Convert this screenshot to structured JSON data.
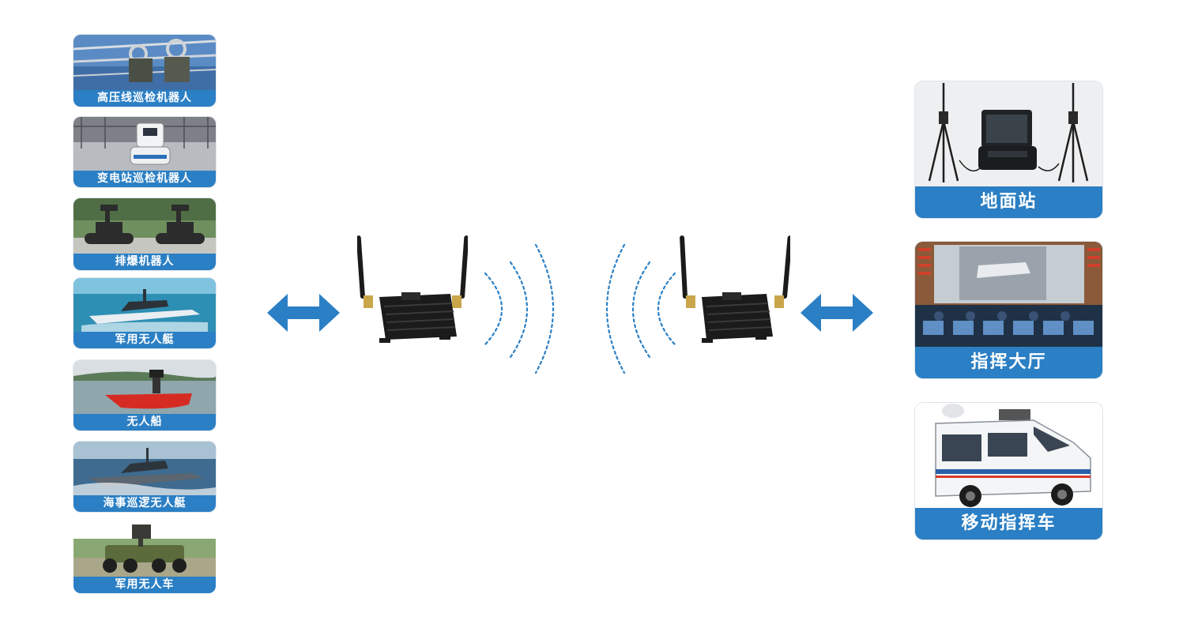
{
  "left_devices": [
    {
      "label": "高压线巡检机器人",
      "icon": "power-line-robot-icon"
    },
    {
      "label": "变电站巡检机器人",
      "icon": "substation-robot-icon"
    },
    {
      "label": "排爆机器人",
      "icon": "bomb-disposal-robot-icon"
    },
    {
      "label": "军用无人艇",
      "icon": "military-usv-icon"
    },
    {
      "label": "无人船",
      "icon": "unmanned-boat-icon"
    },
    {
      "label": "海事巡逻无人艇",
      "icon": "patrol-usv-icon"
    },
    {
      "label": "军用无人车",
      "icon": "military-ugv-icon"
    }
  ],
  "right_stations": [
    {
      "label": "地面站",
      "icon": "ground-station-icon"
    },
    {
      "label": "指挥大厅",
      "icon": "command-hall-icon"
    },
    {
      "label": "移动指挥车",
      "icon": "mobile-command-vehicle-icon"
    }
  ],
  "links": {
    "left_arrow": "double-arrow-icon",
    "right_arrow": "double-arrow-icon",
    "left_radio": "radio-transceiver-icon",
    "right_radio": "radio-transceiver-icon",
    "left_waves": "signal-waves-icon",
    "right_waves": "signal-waves-icon"
  },
  "colors": {
    "accent": "#2b7fc4",
    "device_body": "#1b1b1b",
    "wave": "#2b7fc4"
  }
}
